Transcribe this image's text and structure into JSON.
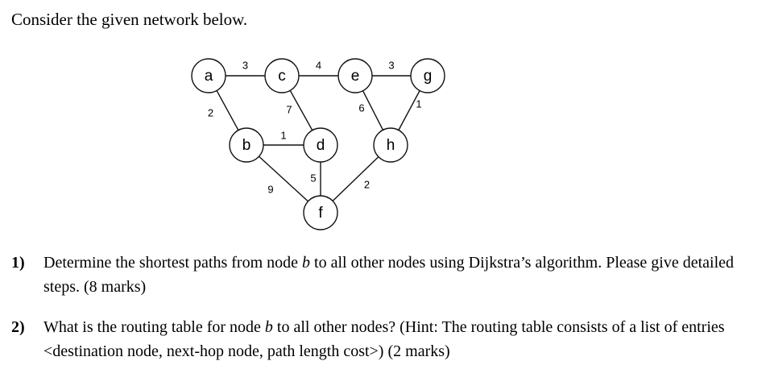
{
  "intro": "Consider the given network below.",
  "nodes": [
    {
      "id": "a",
      "label": "a"
    },
    {
      "id": "c",
      "label": "c"
    },
    {
      "id": "e",
      "label": "e"
    },
    {
      "id": "g",
      "label": "g"
    },
    {
      "id": "b",
      "label": "b"
    },
    {
      "id": "d",
      "label": "d"
    },
    {
      "id": "h",
      "label": "h"
    },
    {
      "id": "f",
      "label": "f"
    }
  ],
  "edges": [
    {
      "from": "a",
      "to": "c",
      "weight": "3"
    },
    {
      "from": "c",
      "to": "e",
      "weight": "4"
    },
    {
      "from": "e",
      "to": "g",
      "weight": "3"
    },
    {
      "from": "a",
      "to": "b",
      "weight": "2"
    },
    {
      "from": "c",
      "to": "d",
      "weight": "7"
    },
    {
      "from": "e",
      "to": "h",
      "weight": "6"
    },
    {
      "from": "g",
      "to": "h",
      "weight": "1"
    },
    {
      "from": "b",
      "to": "d",
      "weight": "1"
    },
    {
      "from": "b",
      "to": "f",
      "weight": "9"
    },
    {
      "from": "d",
      "to": "f",
      "weight": "5"
    },
    {
      "from": "h",
      "to": "f",
      "weight": "2"
    }
  ],
  "questions": [
    {
      "number": "1)",
      "text_before": "Determine the shortest paths from node ",
      "node": "b",
      "text_after": " to all other nodes using Dijkstra’s algorithm. Please give detailed steps. (8 marks)"
    },
    {
      "number": "2)",
      "text_before": "What is the routing table for node ",
      "node": "b",
      "text_after": " to all other nodes? (Hint: The routing table consists of a list of entries <destination node, next-hop node, path length cost>) (2 marks)"
    }
  ]
}
